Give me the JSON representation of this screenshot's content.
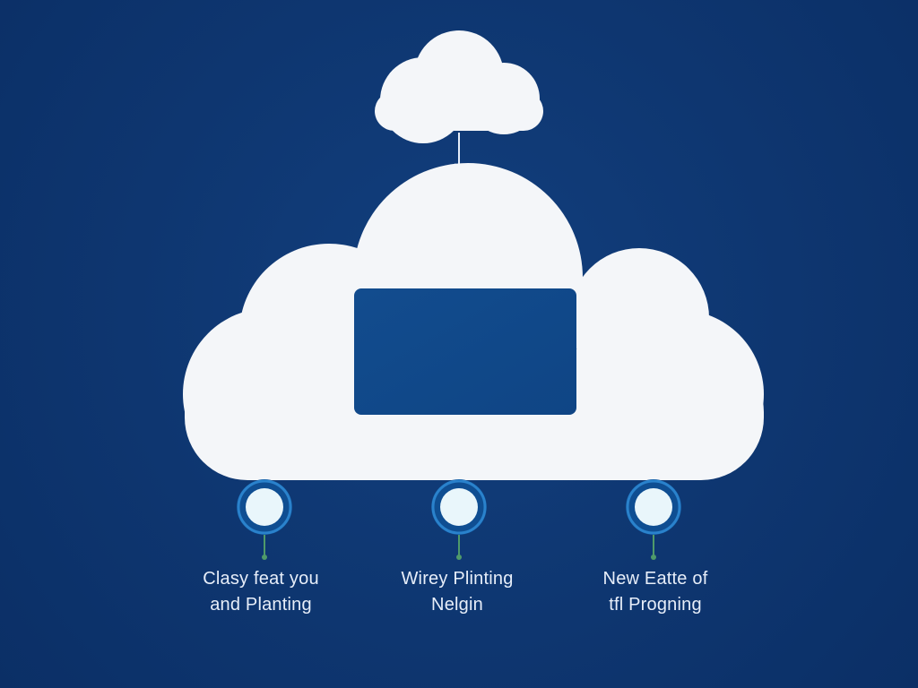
{
  "colors": {
    "background": "#0e3670",
    "cloud": "#f4f6f9",
    "panel": "#114b8c",
    "node_ring": "#2a7fc9",
    "node_fill": "#e9f6fb",
    "connector": "#4f9a6a"
  },
  "diagram": {
    "top_node": {
      "icon": "cloud-icon"
    },
    "main_node": {
      "icon": "cloud-icon",
      "panel": "blue-rectangle"
    },
    "nodes": [
      {
        "line1": "Clasy feat you",
        "line2": "and Planting"
      },
      {
        "line1": "Wirey Plinting",
        "line2": "Nelgin"
      },
      {
        "line1": "New Eatte of",
        "line2": "tfl Progning"
      }
    ]
  }
}
